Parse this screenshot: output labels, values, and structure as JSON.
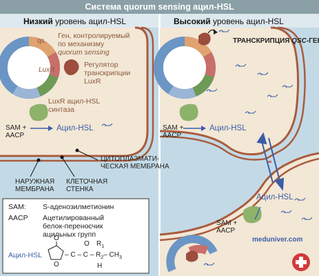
{
  "title": "Система quorum sensing ацил-HSL",
  "left_panel": {
    "header_bold": "Низкий",
    "header_rest": " уровень ацил-HSL",
    "gene_label_line1": "Ген, контролируемый",
    "gene_label_line2": "по механизму",
    "gene_label_line3": "quorum sensing",
    "ring_label_qs": "qs.",
    "ring_label_luxr": "LuxR",
    "regulator_line1": "Регулятор",
    "regulator_line2": "транскрипции",
    "regulator_line3": "LuxR",
    "synthase_line1": "LuxR ацил-HSL",
    "synthase_line2": "синтаза",
    "sam_line1": "SAM +",
    "sam_line2": "AACP",
    "product": "Ацил-HSL",
    "cytoplasmic_line1": "ЦИТОПЛАЗМАТИ-",
    "cytoplasmic_line2": "ЧЕСКАЯ МЕМБРАНА",
    "outer_line1": "НАРУЖНАЯ",
    "outer_line2": "МЕМБРАНА",
    "wall_line1": "КЛЕТОЧНАЯ",
    "wall_line2": "СТЕНКА"
  },
  "right_panel": {
    "header_bold": "Высокий",
    "header_rest": " уровень ацил-HSL",
    "transcription_prefix": "ТРАНСКРИПЦИЯ ",
    "transcription_gene": "QSC",
    "transcription_suffix": "-ГЕНА",
    "sam_line1": "SAM +",
    "sam_line2": "AACP",
    "product_upper": "Ацил-HSL",
    "product_lower": "Ацил-HSL",
    "sam2_line1": "SAM +",
    "sam2_line2": "AACP",
    "watermark": "meduniver.com"
  },
  "legend": {
    "sam_key": "SAM:",
    "sam_value": "S-аденозилметионин",
    "aacp_key": "AACP",
    "aacp_value_line1": "Ацетилированный",
    "aacp_value_line2": "белок-переносчик",
    "aacp_value_line3": "ацильных групп",
    "acyl_key": "Ацил-HSL",
    "formula_r1": "R",
    "formula_sub1": "1",
    "formula_o": "O",
    "formula_h": "H",
    "formula_chain": "– C – C – R",
    "formula_sub2": "2",
    "formula_ch3": "– CH",
    "formula_sub3": "3"
  },
  "colors": {
    "title_bar": "#8aa0a6",
    "cytoplasm": "#f3e7d6",
    "outside": "#c3dae6",
    "membrane": "#a85c3e",
    "header_band": "#dde9ee",
    "regulator": "#9c4d3e",
    "synthase": "#8db26a",
    "ring_blue": "#6b95c4",
    "ring_red": "#c86f6a",
    "ring_green": "#6e9a55",
    "ring_orange": "#e0a26f",
    "text_brown": "#8a5a3c",
    "text_blue": "#3a5ea8"
  }
}
